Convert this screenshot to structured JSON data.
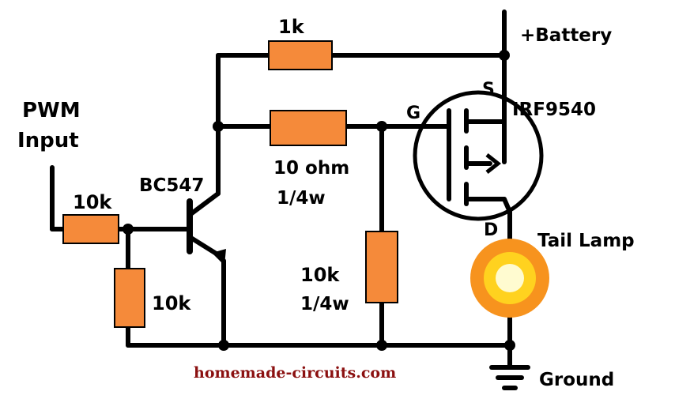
{
  "labels": {
    "pwm_line1": "PWM",
    "pwm_line2": "Input",
    "r_base": "10k",
    "r_pulldown": "10k",
    "transistor": "BC547",
    "r_top": "1k",
    "r_gate_line1": "10 ohm",
    "r_gate_line2": "1/4w",
    "r_gate_pd_line1": "10k",
    "r_gate_pd_line2": "1/4w",
    "mosfet": "IRF9540",
    "pin_s": "S",
    "pin_g": "G",
    "pin_d": "D",
    "battery": "+Battery",
    "lamp": "Tail Lamp",
    "ground": "Ground",
    "credit": "homemade-circuits.com"
  },
  "colors": {
    "resistor": "#f58a3a",
    "wire": "#000000",
    "credit": "#8b1010",
    "lamp_outer": "#f7931e",
    "lamp_mid": "#ffd21f",
    "lamp_inner": "#fffbd0"
  }
}
